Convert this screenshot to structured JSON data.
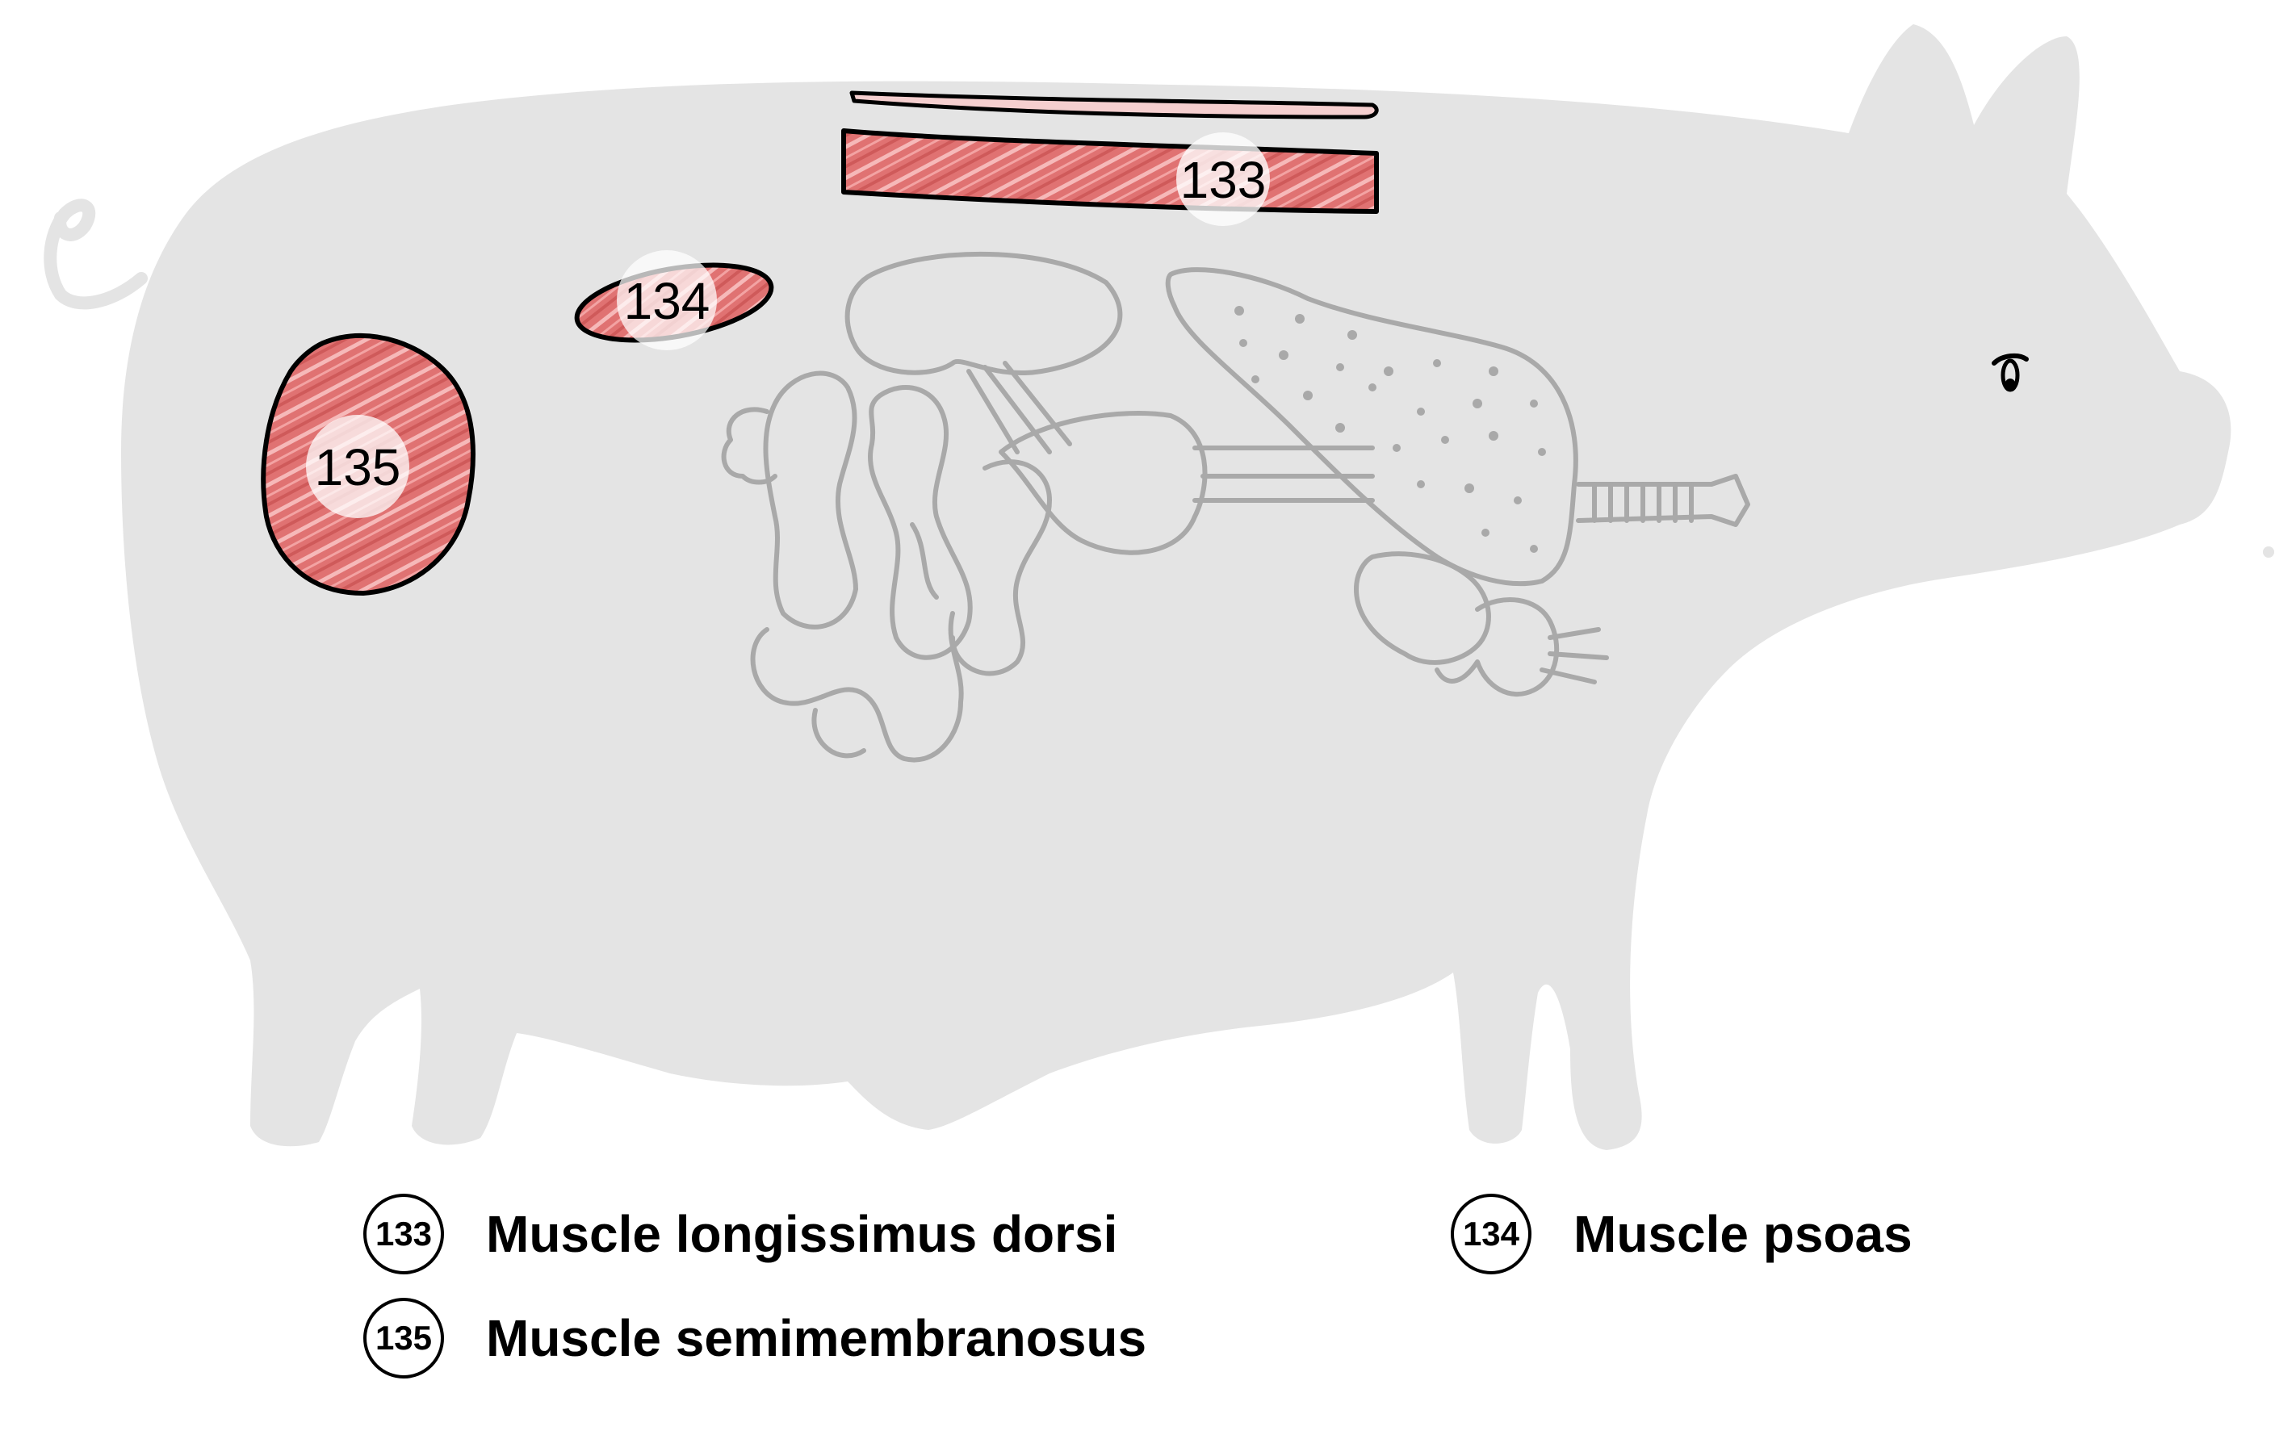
{
  "markers": {
    "m133": "133",
    "m134": "134",
    "m135": "135"
  },
  "legend": [
    {
      "number": "133",
      "label": "Muscle longissimus dorsi"
    },
    {
      "number": "134",
      "label": "Muscle psoas"
    },
    {
      "number": "135",
      "label": "Muscle semimembranosus"
    }
  ],
  "colors": {
    "silhouette": "#e4e4e4",
    "organ_outline": "#a9a9a9",
    "muscle_fill": "#e07272",
    "muscle_stripe": "#f6b9b9",
    "fat_layer": "#f5cfcf"
  }
}
